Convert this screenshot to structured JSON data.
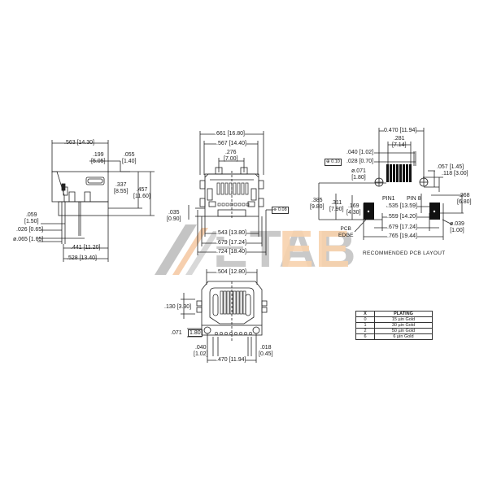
{
  "watermark": {
    "text_gray": "ETAB",
    "text_orange": "EE",
    "logo_mark": "M",
    "gray_color": "#bfbfbf",
    "orange_color": "#f8d3b0"
  },
  "side_view": {
    "dims": [
      {
        "id": "overall_width",
        "text": ".563 [14.30]"
      },
      {
        "id": "top_offset",
        "text": ".199\n[5.05]"
      },
      {
        "id": "tab",
        "text": ".055\n[1.40]"
      },
      {
        "id": "inner_height",
        "text": ".337\n[8.55]"
      },
      {
        "id": "total_height",
        "text": ".457\n[11.60]"
      },
      {
        "id": "pin_stub",
        "text": ".059\n[1.50]"
      },
      {
        "id": "pin_width",
        "text": ".026 [0.65]"
      },
      {
        "id": "post_dia",
        "text": "ø.065 [1.65]"
      },
      {
        "id": "pin_to_front",
        "text": ".441 [11.20]"
      },
      {
        "id": "post_to_front",
        "text": ".528 [13.40]"
      }
    ]
  },
  "front_view": {
    "dims": [
      {
        "id": "outer_width",
        "text": ".661 [16.80]"
      },
      {
        "id": "body_width",
        "text": ".567 [14.40]"
      },
      {
        "id": "latch_span",
        "text": ".276\n[7.00]"
      },
      {
        "id": "standoff",
        "text": ".035\n[0.90]"
      },
      {
        "id": "inner_width",
        "text": ".543 [13.80]"
      },
      {
        "id": "pcb_width",
        "text": ".679 [17.24]"
      },
      {
        "id": "overall_width",
        "text": ".724 [18.40]"
      }
    ],
    "gdt_tag": "⌯ 0.08"
  },
  "pcb_layout": {
    "caption": "RECOMMENDED PCB LAYOUT",
    "gdt_tag": "⊕ 0.10",
    "dims": [
      {
        "id": "hole_span",
        "text": "0.470 [11.94]"
      },
      {
        "id": "pin_span",
        "text": ".281\n[7.14]"
      },
      {
        "id": "pitch",
        "text": ".040 [1.02]"
      },
      {
        "id": "pad_width",
        "text": ".028 [0.70]"
      },
      {
        "id": "hole_dia",
        "text": "ø.071\n[1.80]"
      },
      {
        "id": "tab_edge",
        "text": ".057 [1.45]"
      },
      {
        "id": "tab_offset",
        "text": ".118 [3.00]"
      },
      {
        "id": "pcb_depth",
        "text": ".385\n[9.80]"
      },
      {
        "id": "pin_row",
        "text": ".311\n[7.90]"
      },
      {
        "id": "post_row",
        "text": ".169\n[4.30]"
      },
      {
        "id": "post_inner",
        "text": ".535 [13.59]"
      },
      {
        "id": "post_center",
        "text": ".559 [14.20]"
      },
      {
        "id": "post_outer",
        "text": ".679 [17.24]"
      },
      {
        "id": "post_overall",
        "text": ".765 [19.44]"
      },
      {
        "id": "side_offset",
        "text": ".268\n[6.80]"
      },
      {
        "id": "post_hole",
        "text": "ø.039\n[1.00]"
      }
    ],
    "labels": {
      "pin1": "PIN1",
      "pin8": "PIN 8",
      "pcb_edge": "PCB\nEDGE"
    }
  },
  "bottom_view": {
    "dims": [
      {
        "id": "top_width",
        "text": ".504 [12.80]"
      },
      {
        "id": "led_height",
        "text": ".130 [3.30]"
      },
      {
        "id": "row_offset",
        "text": ".071"
      },
      {
        "id": "row_offset_mm",
        "text": "1.80"
      },
      {
        "id": "pitch",
        "text": ".040\n[1.02]"
      },
      {
        "id": "pin_dia",
        "text": ".018\n[0.45]"
      },
      {
        "id": "hole_span",
        "text": ".470 [11.94]"
      }
    ]
  },
  "plating_table": {
    "headers": [
      "X",
      "PLATING"
    ],
    "rows": [
      [
        "0",
        "15 µin Gold"
      ],
      [
        "1",
        "30 µin Gold"
      ],
      [
        "2",
        "50 µin Gold"
      ],
      [
        "6",
        "6 µin Gold"
      ]
    ]
  }
}
